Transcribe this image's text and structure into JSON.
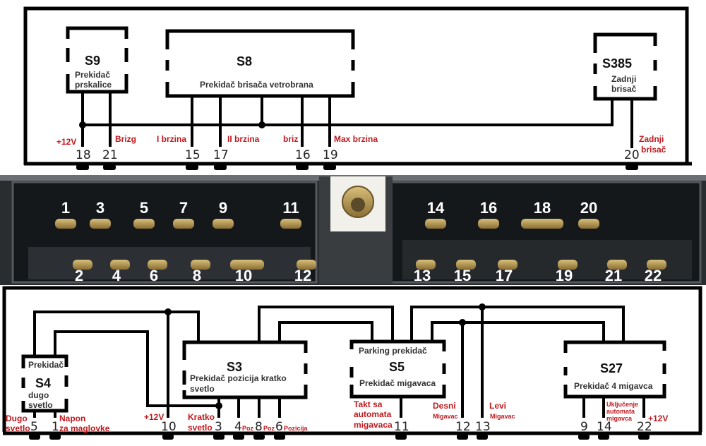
{
  "colors": {
    "wire": "#000000",
    "signal_label": "#c0181d",
    "component_text": "#333333",
    "connector_body": "#1c1f22",
    "pin_brass": "#b08f4e",
    "photo_label": "#ffffff"
  },
  "top_panel": {
    "components": [
      {
        "id": "S9",
        "desc_lines": [
          "Prekidač",
          "prskalice"
        ]
      },
      {
        "id": "S8",
        "desc_lines": [
          "Prekidač brisača vetrobrana"
        ]
      },
      {
        "id": "S385",
        "desc_lines": [
          "Zadnji",
          "brisač"
        ]
      }
    ],
    "pins": [
      {
        "number": "18",
        "signal": [
          "+12V"
        ]
      },
      {
        "number": "21",
        "signal": [
          "Brizg"
        ]
      },
      {
        "number": "15",
        "signal": [
          "I brzina"
        ]
      },
      {
        "number": "17",
        "signal": [
          "II brzina"
        ]
      },
      {
        "number": "16",
        "signal": [
          "briz"
        ]
      },
      {
        "number": "19",
        "signal": [
          "Max brzina"
        ]
      },
      {
        "number": "20",
        "signal": [
          "Zadnji",
          "brisač"
        ]
      }
    ]
  },
  "connector_photo": {
    "top_row": [
      "1",
      "3",
      "5",
      "7",
      "9",
      "11",
      "14",
      "16",
      "18",
      "20"
    ],
    "bottom_row": [
      "2",
      "4",
      "6",
      "8",
      "10",
      "12",
      "13",
      "15",
      "17",
      "19",
      "21",
      "22"
    ]
  },
  "bottom_panel": {
    "components": [
      {
        "id": "S4",
        "desc_top": "Prekidač",
        "desc_lines": [
          "dugo",
          "svetlo"
        ]
      },
      {
        "id": "S3",
        "desc_lines": [
          "Prekidač pozicija kratko",
          "svetlo"
        ]
      },
      {
        "id": "S5",
        "desc_top": "Parking prekidač",
        "desc_lines": [
          "Prekidač migavaca"
        ]
      },
      {
        "id": "S27",
        "desc_lines": [
          "Prekidač 4 migavca"
        ]
      }
    ],
    "pins": [
      {
        "number": "5",
        "signal": [
          "Dugo",
          "svetlo"
        ]
      },
      {
        "number": "1",
        "signal": [
          "Napon",
          "za maglovke"
        ]
      },
      {
        "number": "10",
        "signal": [
          "+12V"
        ]
      },
      {
        "number": "3",
        "signal": [
          "Kratko",
          "svetlo"
        ]
      },
      {
        "number": "4",
        "signal": [
          "Poz"
        ]
      },
      {
        "number": "8",
        "signal": [
          "Poz"
        ]
      },
      {
        "number": "6",
        "signal": [
          "Pozicija"
        ]
      },
      {
        "number": "11",
        "signal": [
          "Takt sa",
          "automata",
          "migavaca"
        ]
      },
      {
        "number": "12",
        "signal": [
          "Desni",
          "Migavac"
        ]
      },
      {
        "number": "13",
        "signal": [
          "Levi",
          "Migavac"
        ]
      },
      {
        "number": "9",
        "signal": []
      },
      {
        "number": "14",
        "signal": [
          "Uključenje",
          "automata",
          "migavca"
        ]
      },
      {
        "number": "22",
        "signal": [
          "+12V"
        ]
      }
    ]
  }
}
